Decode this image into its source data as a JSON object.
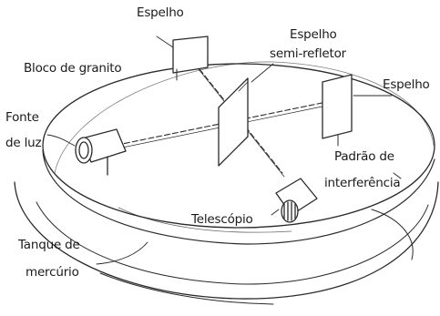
{
  "labels": {
    "espelho_top": "Espelho",
    "espelho_semi_line1": "Espelho",
    "espelho_semi_line2": "semi-refletor",
    "bloco": "Bloco de granito",
    "espelho_right": "Espelho",
    "fonte_line1": "Fonte",
    "fonte_line2": "de luz",
    "padrao_line1": "Padrão de",
    "padrao_line2": "interferência",
    "telescopio": "Telescópio",
    "tanque_line1": "Tanque de",
    "tanque_line2": "mercúrio"
  }
}
